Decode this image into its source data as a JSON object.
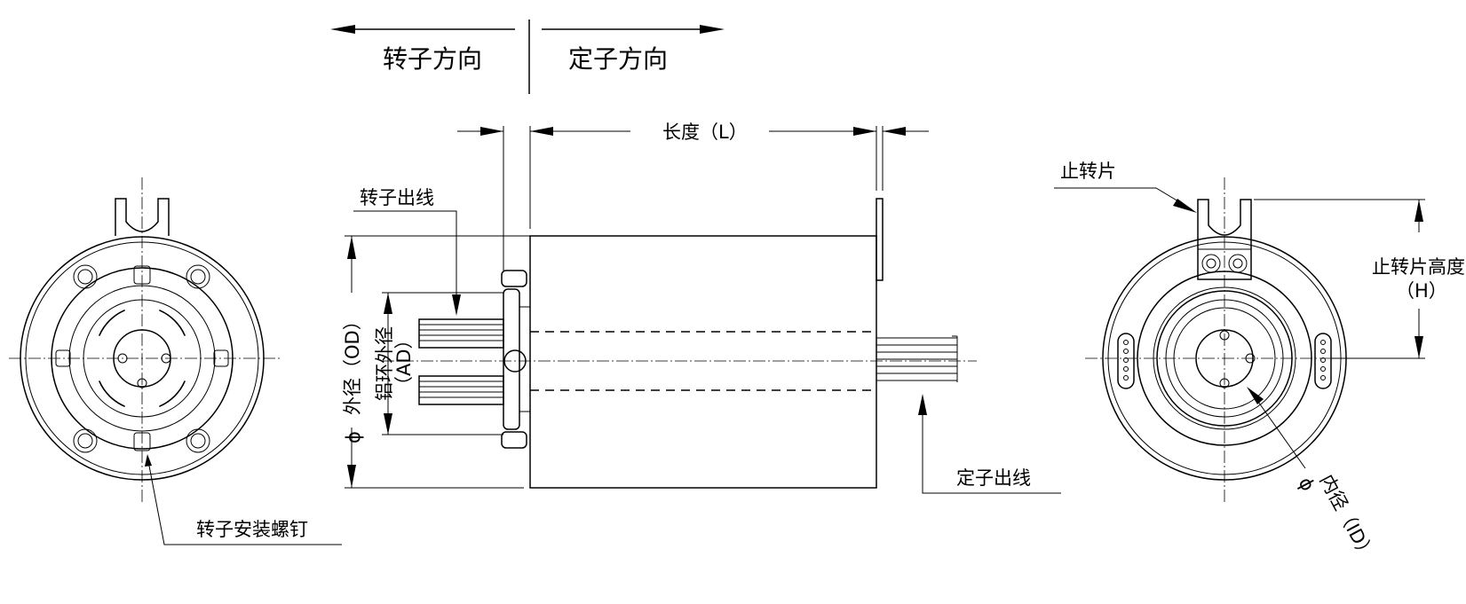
{
  "direction": {
    "rotor": "转子方向",
    "stator": "定子方向"
  },
  "labels": {
    "length": "长度（L）",
    "rotor_leads": "转子出线",
    "outer_diameter": "外径（OD）",
    "al_ring_od_1": "铝环外径",
    "al_ring_od_2": "（AD）",
    "stator_leads": "定子出线",
    "rotor_screw": "转子安装螺钉",
    "anti_rotation_tab": "止转片",
    "tab_height_1": "止转片高度",
    "tab_height_2": "（H）",
    "inner_diameter": "内径（ID）",
    "phi": "ϕ"
  }
}
